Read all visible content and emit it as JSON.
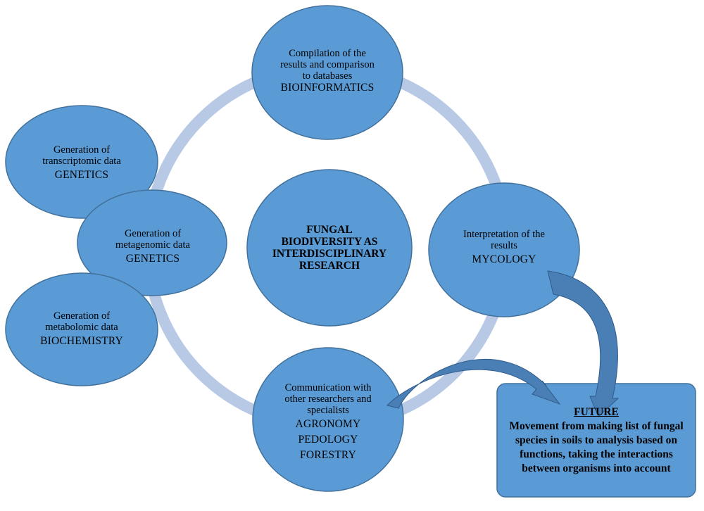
{
  "colors": {
    "node_fill": "#5b9bd5",
    "node_stroke": "#41719c",
    "ring": "#b7c9e5",
    "arrow_fill": "#4a7fb5",
    "arrow_stroke": "#2e5b8a",
    "future_fill": "#5b9bd5"
  },
  "center": {
    "lines": [
      "FUNGAL",
      "BIODIVERSITY AS",
      "INTERDISCIPLINARY",
      "RESEARCH"
    ]
  },
  "nodes": {
    "bioinformatics": {
      "text": "Compilation of the results and comparison to databases",
      "disciplines": [
        "BIOINFORMATICS"
      ]
    },
    "transcriptomic": {
      "text": "Generation of transcriptomic data",
      "disciplines": [
        "GENETICS"
      ]
    },
    "metagenomic": {
      "text": "Generation of metagenomic data",
      "disciplines": [
        "GENETICS"
      ]
    },
    "metabolomic": {
      "text": "Generation of metabolomic data",
      "disciplines": [
        "BIOCHEMISTRY"
      ]
    },
    "mycology": {
      "text": "Interpretation of the results",
      "disciplines": [
        "MYCOLOGY"
      ]
    },
    "communication": {
      "text": "Communication with other researchers and specialists",
      "disciplines": [
        "AGRONOMY",
        "PEDOLOGY",
        "FORESTRY"
      ]
    }
  },
  "future": {
    "title": "FUTURE",
    "text": "Movement from making list of fungal species in soils to analysis based on functions, taking the interactions between organisms into account"
  }
}
